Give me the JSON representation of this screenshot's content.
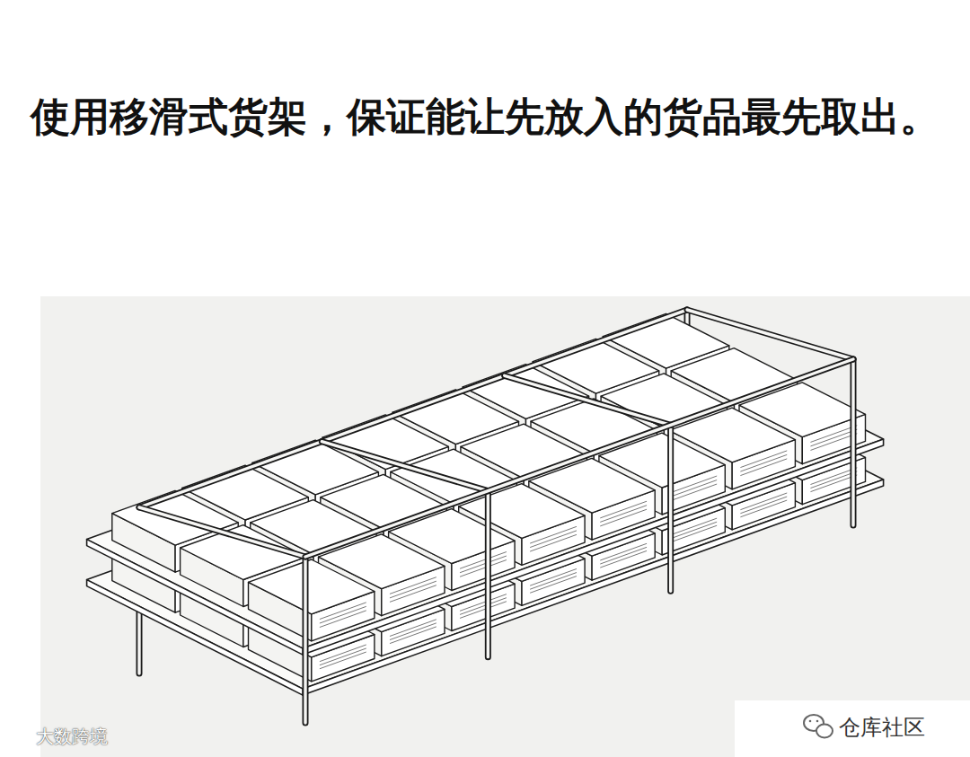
{
  "diagram": {
    "title": "使用移滑式货架，保证能让先放入的货品最先取出。",
    "labels": [
      "大数跨境",
      "仓库社区"
    ]
  }
}
